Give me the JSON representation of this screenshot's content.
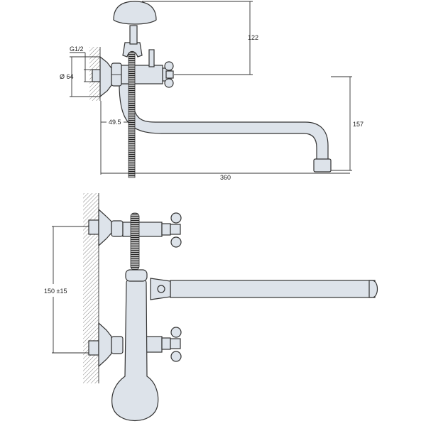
{
  "drawing": {
    "title": "Bath mixer with long spout - dimensional drawing",
    "colors": {
      "part_fill": "#dde3ea",
      "line": "#333333"
    },
    "dimensions": {
      "thread": "G1/2",
      "flange_diameter": "Ø 64",
      "height_above_axis": "122",
      "wall_to_spout": "49.5",
      "spout_drop": "157",
      "spout_length": "360",
      "inlet_spacing": "150 ±15"
    }
  }
}
